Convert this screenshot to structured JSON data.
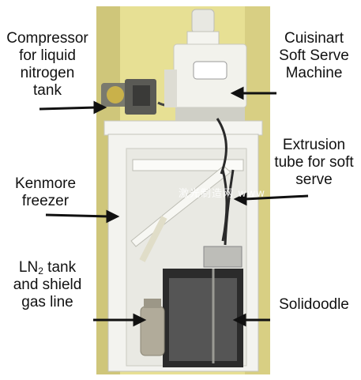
{
  "labels": {
    "compressor": [
      "Compressor",
      "for liquid",
      "nitrogen",
      "tank"
    ],
    "cuisinart": [
      "Cuisinart",
      "Soft Serve",
      "Machine"
    ],
    "extrusion": [
      "Extrusion",
      "tube for soft",
      "serve"
    ],
    "kenmore": [
      "Kenmore",
      "freezer"
    ],
    "ln2": {
      "prefix": "LN",
      "subscript": "2",
      "suffix": " tank",
      "line2": "and shield",
      "line3": "gas line"
    },
    "solidoodle": [
      "Solidoodle"
    ]
  },
  "watermark": "激光制造网  www",
  "colors": {
    "arrow": "#111111",
    "text": "#111111",
    "wall": "#e7e094"
  }
}
